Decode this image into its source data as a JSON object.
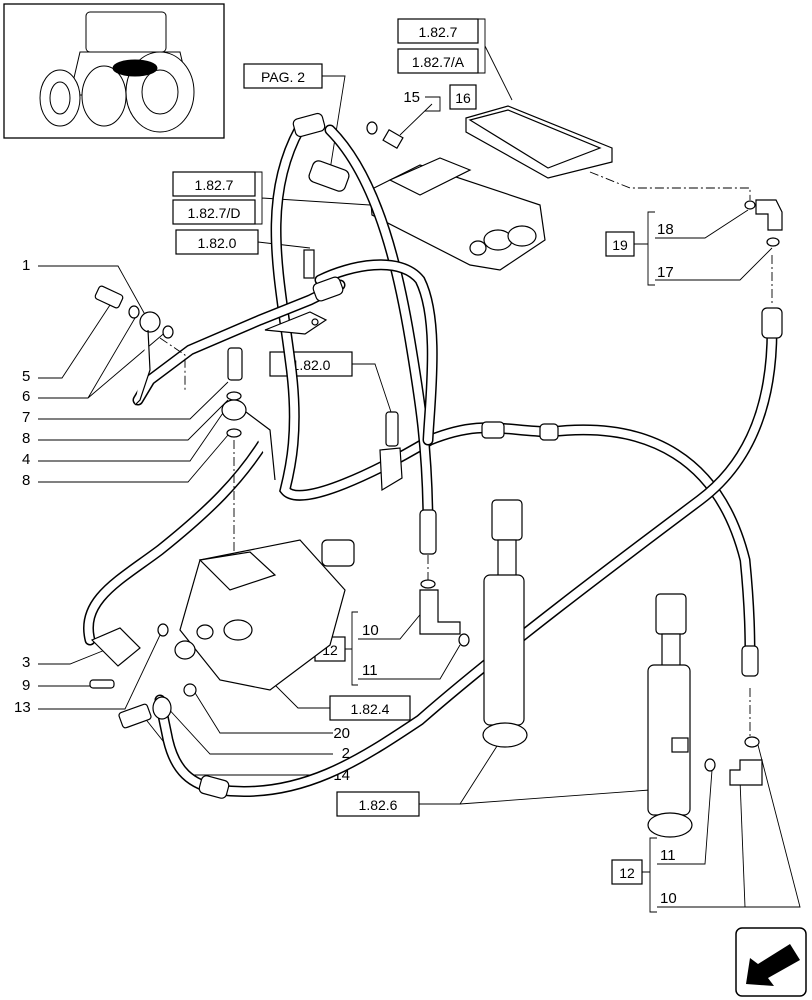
{
  "ref_boxes": {
    "r1827_top": "1.82.7",
    "r1827a": "1.82.7/A",
    "pag2": "PAG. 2",
    "r16": "16",
    "r1827_mid": "1.82.7",
    "r1827d": "1.82.7/D",
    "r1820_a": "1.82.0",
    "r1820_b": "1.82.0",
    "r19": "19",
    "r12_a": "12",
    "r1824": "1.82.4",
    "r1826": "1.82.6",
    "r12_b": "12"
  },
  "callouts": {
    "n1": "1",
    "n5": "5",
    "n6": "6",
    "n7": "7",
    "n8a": "8",
    "n4": "4",
    "n8b": "8",
    "n3": "3",
    "n9": "9",
    "n13": "13",
    "n20": "20",
    "n2": "2",
    "n14": "14",
    "n15": "15",
    "n18": "18",
    "n17": "17",
    "n10a": "10",
    "n11a": "11",
    "n11b": "11",
    "n10b": "10"
  }
}
